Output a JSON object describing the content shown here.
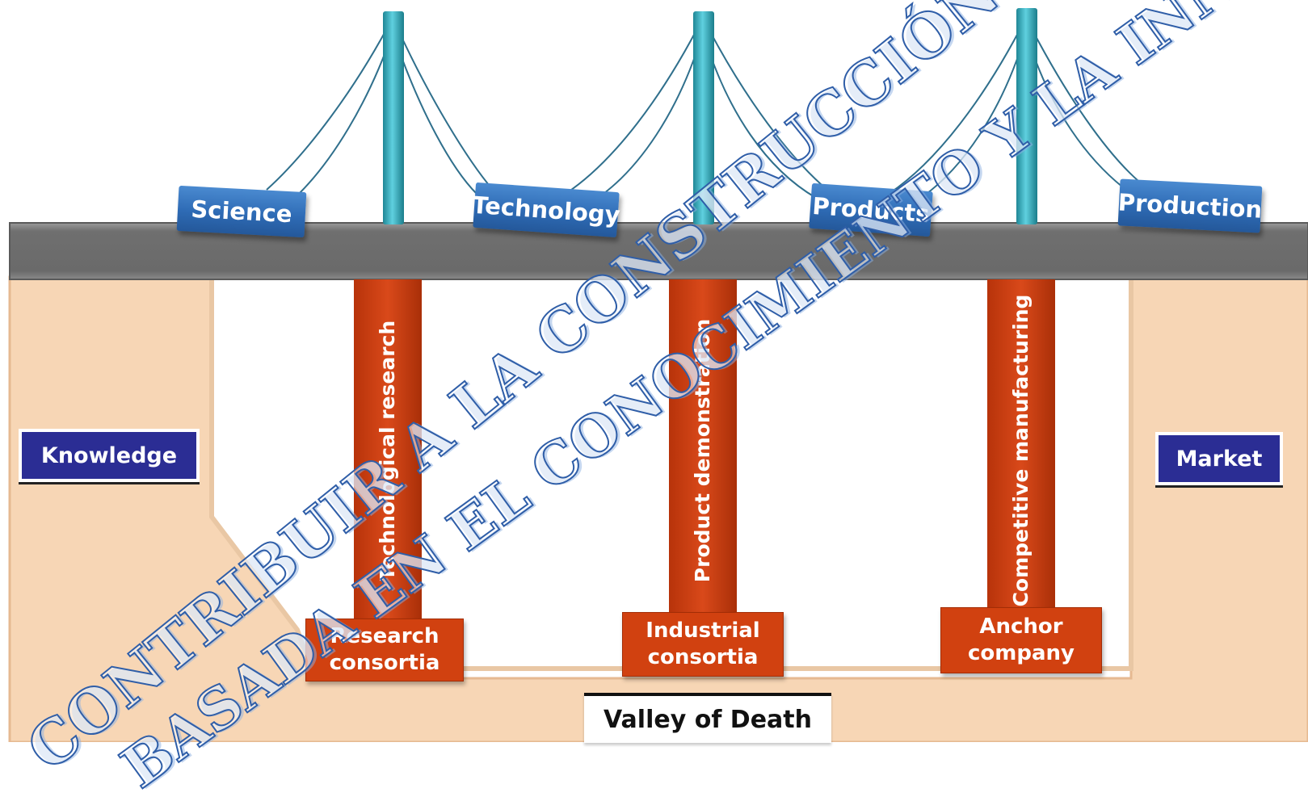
{
  "bridge": {
    "signs": [
      "Science",
      "Technology",
      "Products",
      "Production"
    ]
  },
  "banks": {
    "left": "Knowledge",
    "right": "Market"
  },
  "pillars": [
    {
      "label": "Technological research",
      "base": [
        "Research",
        "consortia"
      ]
    },
    {
      "label": "Product demonstration",
      "base": [
        "Industrial",
        "consortia"
      ]
    },
    {
      "label": "Competitive manufacturing",
      "base": [
        "Anchor",
        "company"
      ]
    }
  ],
  "valley_label": "Valley of Death",
  "watermark": {
    "line1": "CONTRIBUIR A LA CONSTRUCCIÓN DE UNA ECONOMÍA",
    "line2": "BASADA EN EL CONOCIMIENTO Y LA INNOVACIÓN"
  },
  "colors": {
    "deck": "#7b7b7b",
    "bank": "#f7d6b5",
    "tower": "#2aa7b8",
    "sign": "#2e6bb5",
    "pillar": "#d14110",
    "label_box": "#2b2d94"
  }
}
